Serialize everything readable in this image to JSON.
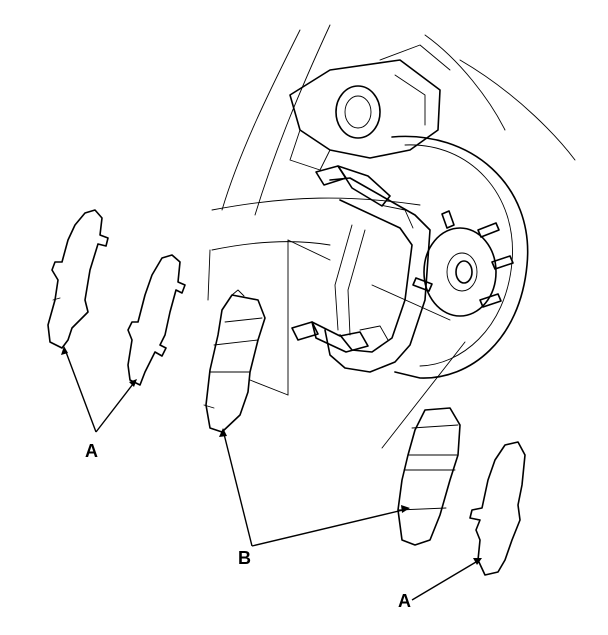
{
  "callouts": {
    "shim_label": "A",
    "pad_label": "B",
    "shim_label_2": "A"
  }
}
